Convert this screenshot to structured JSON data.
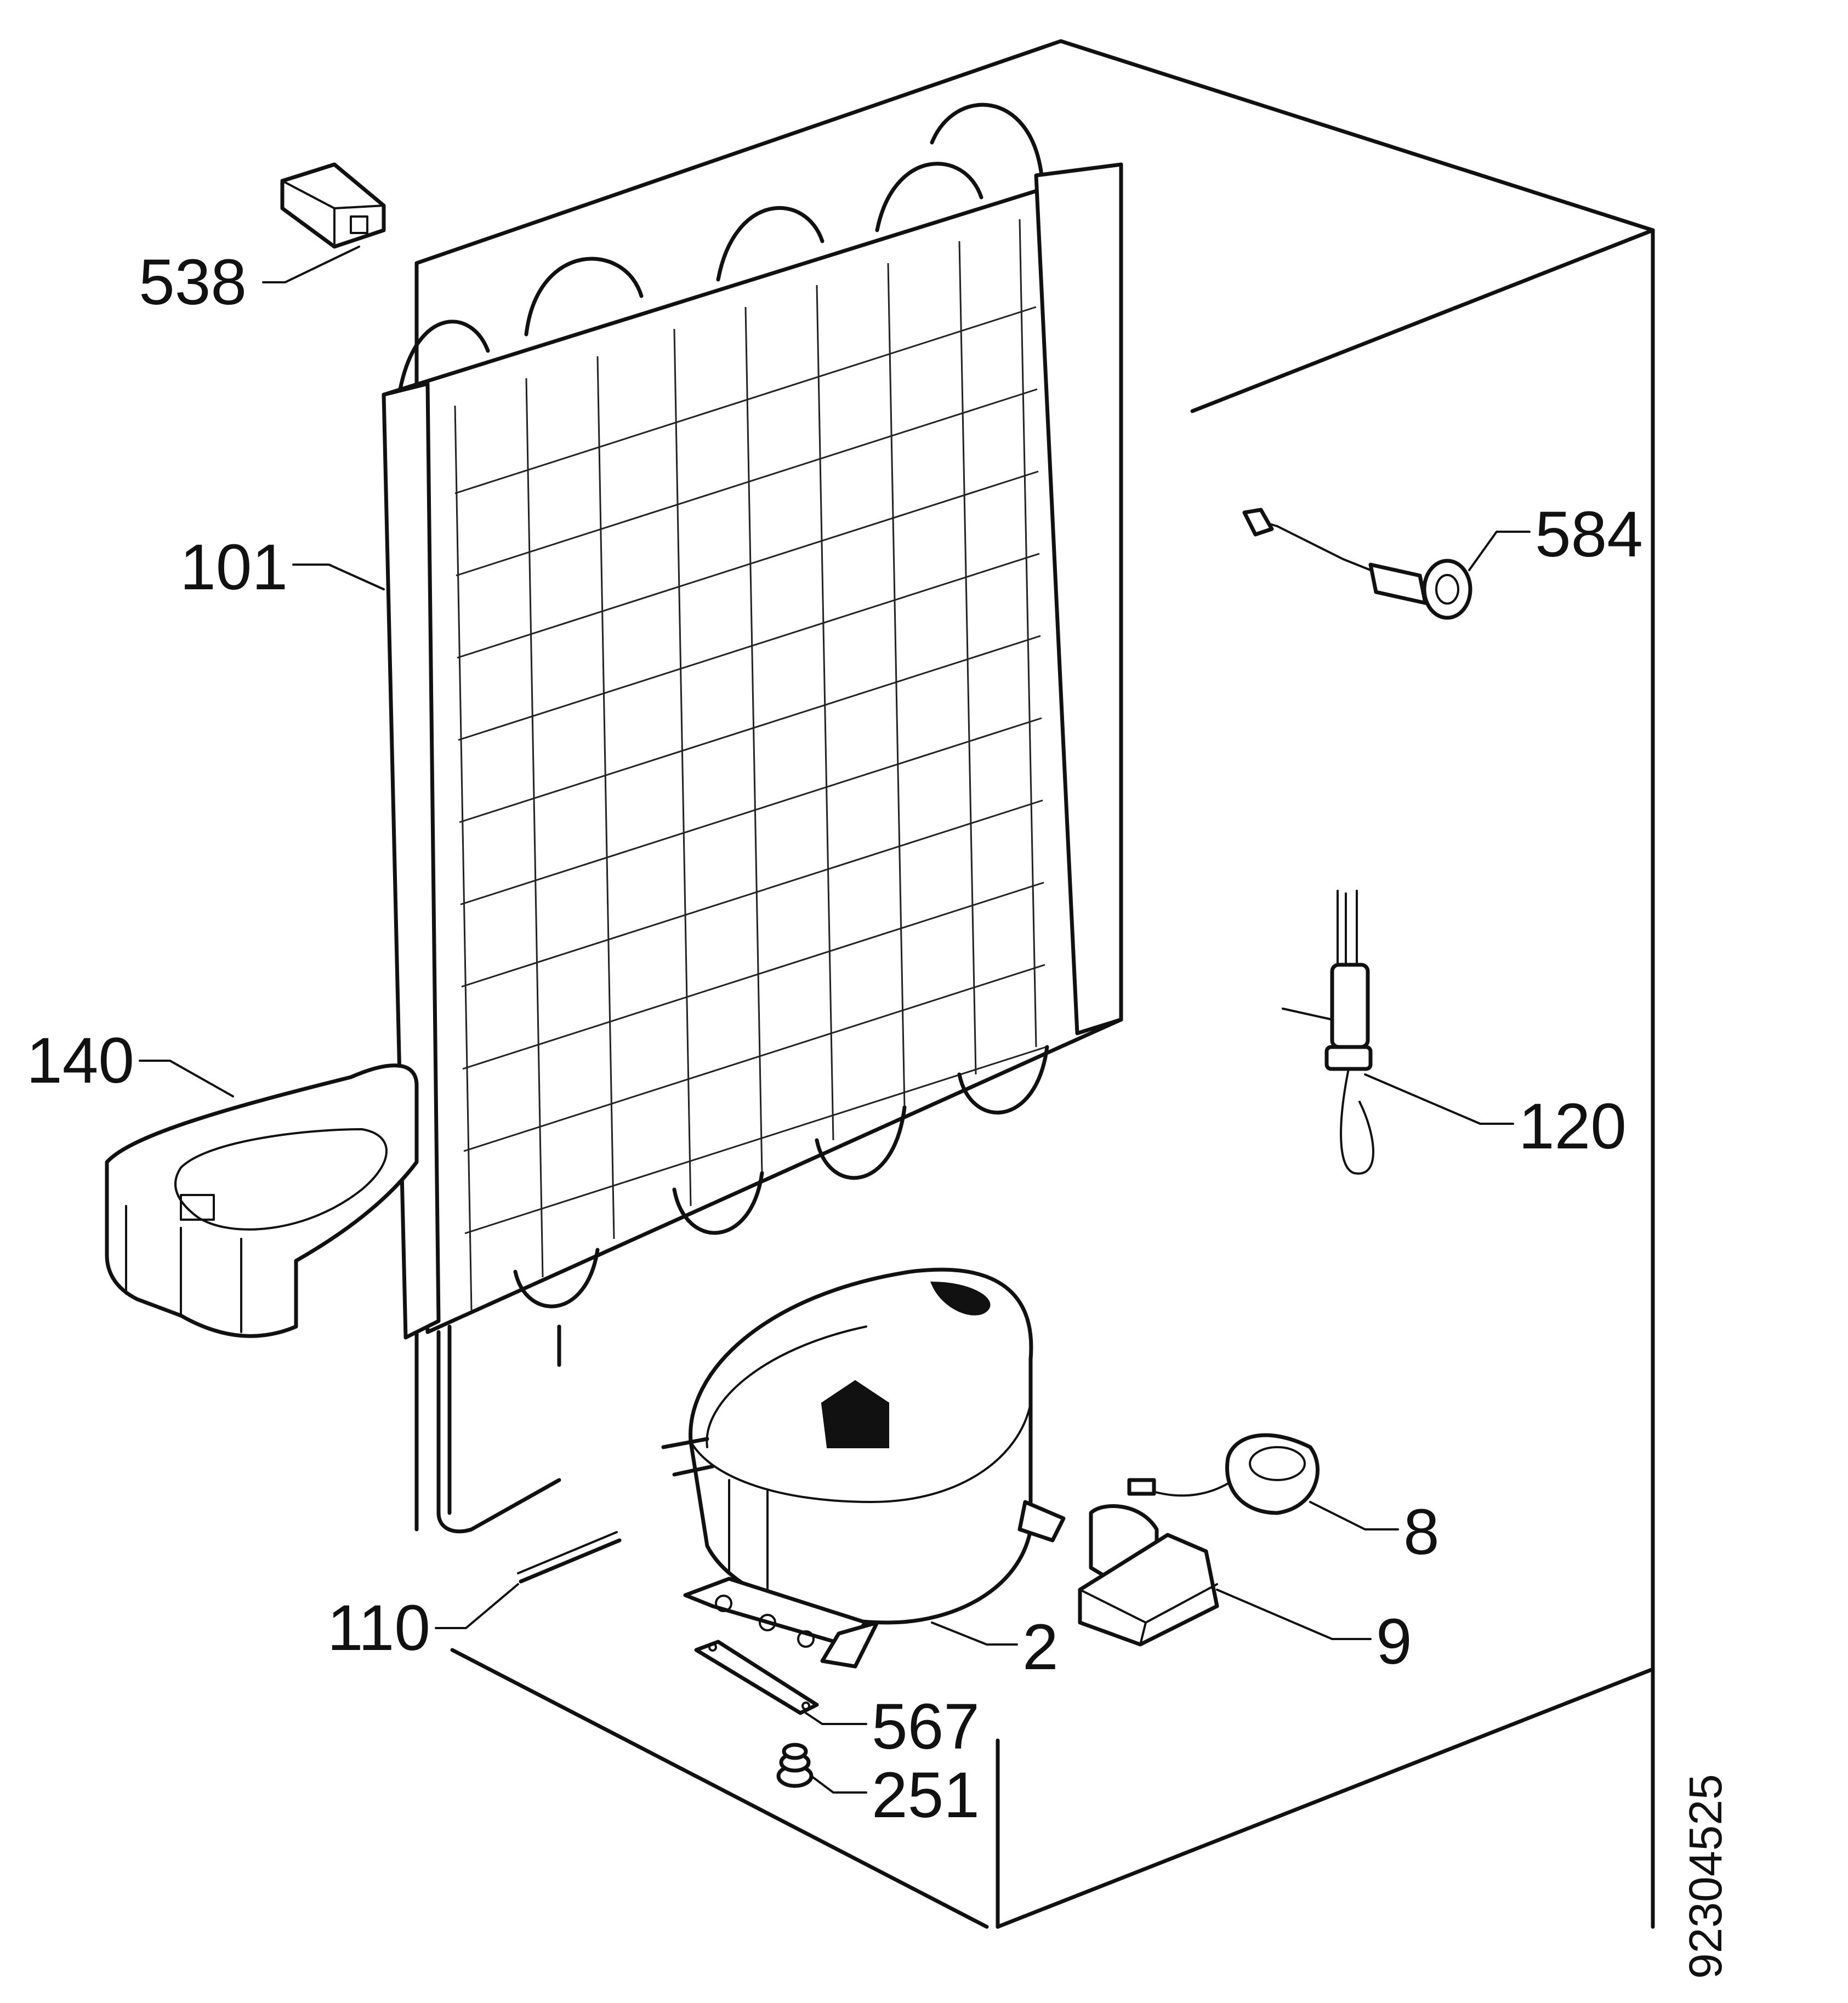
{
  "drawing_code": "92304525",
  "callouts": [
    {
      "id": "538",
      "label": "538"
    },
    {
      "id": "101",
      "label": "101"
    },
    {
      "id": "140",
      "label": "140"
    },
    {
      "id": "584",
      "label": "584"
    },
    {
      "id": "120",
      "label": "120"
    },
    {
      "id": "8",
      "label": "8"
    },
    {
      "id": "9",
      "label": "9"
    },
    {
      "id": "110",
      "label": "110"
    },
    {
      "id": "2",
      "label": "2"
    },
    {
      "id": "567",
      "label": "567"
    },
    {
      "id": "251",
      "label": "251"
    }
  ]
}
